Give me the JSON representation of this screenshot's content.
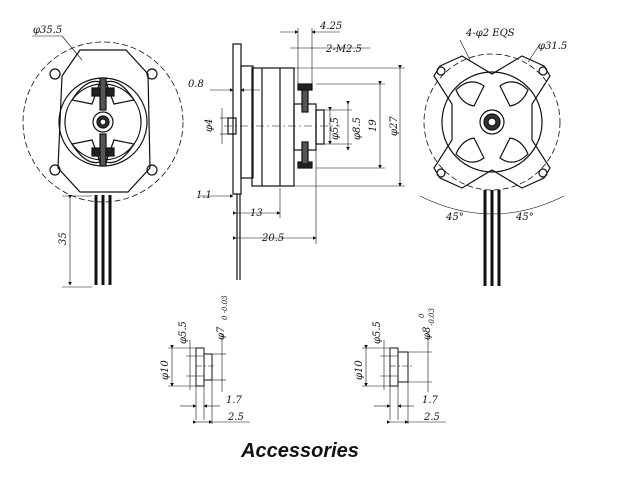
{
  "front_view": {
    "diameter_label": "φ35.5",
    "height_label": "35"
  },
  "side_view": {
    "labels": {
      "d_4_25": "4.25",
      "d_m2_5": "2-M2.5",
      "d_0_8": "0.8",
      "d_phi4": "φ4",
      "d_phi5_5": "φ5.5",
      "d_phi8_5": "φ8.5",
      "d_19": "19",
      "d_phi27": "φ27",
      "d_1_1": "1.1",
      "d_13": "13",
      "d_20_5": "20.5"
    }
  },
  "rear_view": {
    "holes_label": "4-φ2 EQS",
    "diameter_label": "φ31.5",
    "angle_left": "45°",
    "angle_right": "45°"
  },
  "accessory_left": {
    "d_bore": "φ5.5",
    "d_outer": "φ7",
    "d_outer_tol": "0 -0.03",
    "d_flange": "φ10",
    "d_1_7": "1.7",
    "d_2_5": "2.5"
  },
  "accessory_right": {
    "d_bore": "φ5.5",
    "d_outer": "φ8",
    "d_outer_tol_upper": "0",
    "d_outer_tol_lower": "-0.03",
    "d_flange": "φ10",
    "d_1_7": "1.7",
    "d_2_5": "2.5"
  },
  "caption": "Accessories"
}
